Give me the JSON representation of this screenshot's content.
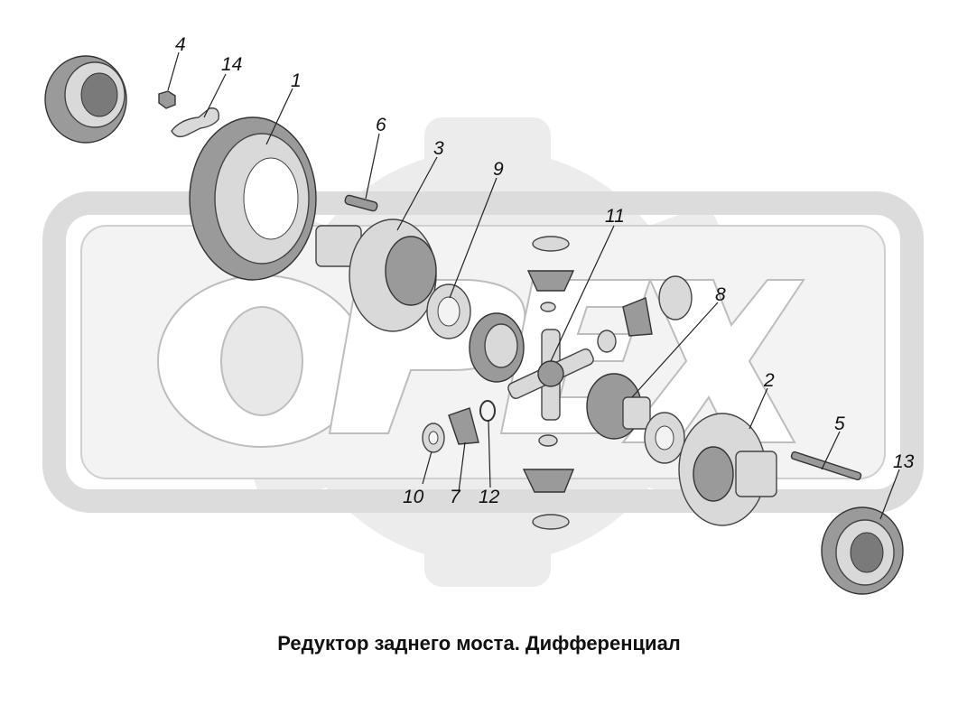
{
  "caption": "Редуктор заднего моста. Дифференциал",
  "watermark": {
    "text": "OPEX",
    "color": "#e6e6e6"
  },
  "callouts": [
    {
      "id": "1",
      "label": "1"
    },
    {
      "id": "2",
      "label": "2"
    },
    {
      "id": "3",
      "label": "3"
    },
    {
      "id": "4",
      "label": "4"
    },
    {
      "id": "5",
      "label": "5"
    },
    {
      "id": "6",
      "label": "6"
    },
    {
      "id": "7",
      "label": "7"
    },
    {
      "id": "8",
      "label": "8"
    },
    {
      "id": "9",
      "label": "9"
    },
    {
      "id": "10",
      "label": "10"
    },
    {
      "id": "11",
      "label": "11"
    },
    {
      "id": "12",
      "label": "12"
    },
    {
      "id": "13",
      "label": "13"
    },
    {
      "id": "14",
      "label": "14"
    }
  ]
}
